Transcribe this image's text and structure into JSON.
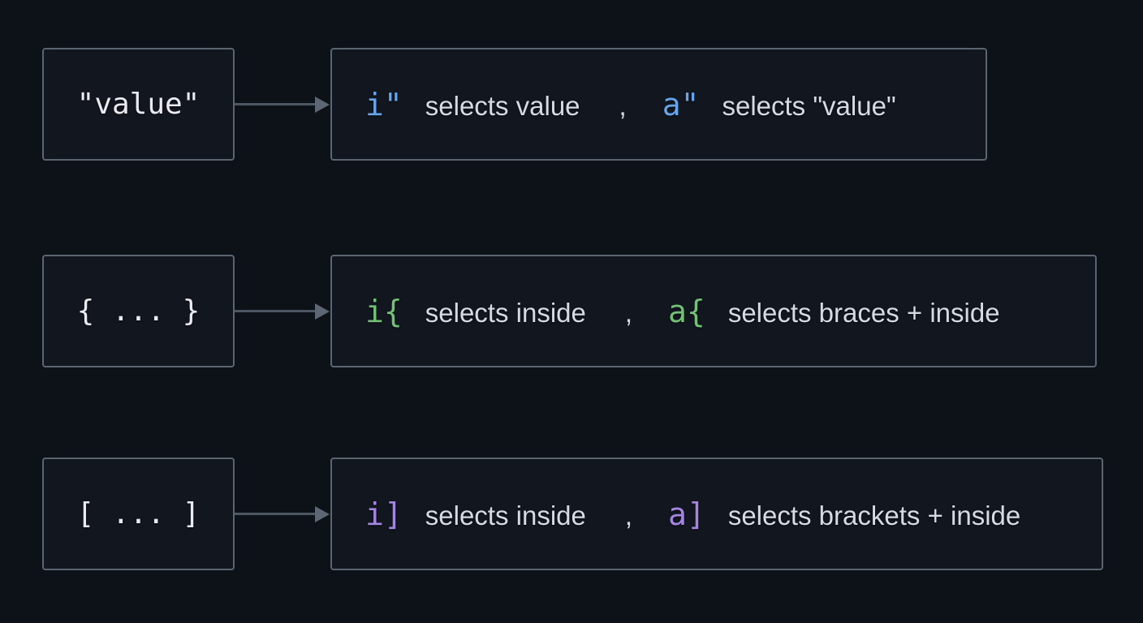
{
  "diagram": {
    "title_hint": "vim text objects cheat diagram",
    "colors": {
      "background": "#0d1118",
      "box_fill": "#12161f",
      "box_border": "#5b6471",
      "arrow": "#4d5663",
      "text_light": "#d6dae1",
      "mono_light": "#e9ebf0",
      "accent_blue": "#68a4ea",
      "accent_green": "#72c176",
      "accent_purple": "#a486e2"
    },
    "rows": [
      {
        "source": "\"value\"",
        "inner_key": "i\"",
        "inner_desc": "selects value",
        "separator": ",",
        "around_key": "a\"",
        "around_desc": "selects \"value\"",
        "accent": "#68a4ea"
      },
      {
        "source": "{ ... }",
        "inner_key": "i{",
        "inner_desc": "selects inside",
        "separator": ",",
        "around_key": "a{",
        "around_desc": "selects braces + inside",
        "accent": "#72c176"
      },
      {
        "source": "[ ... ]",
        "inner_key": "i]",
        "inner_desc": "selects inside",
        "separator": ",",
        "around_key": "a]",
        "around_desc": "selects brackets + inside",
        "accent": "#a486e2"
      }
    ]
  }
}
